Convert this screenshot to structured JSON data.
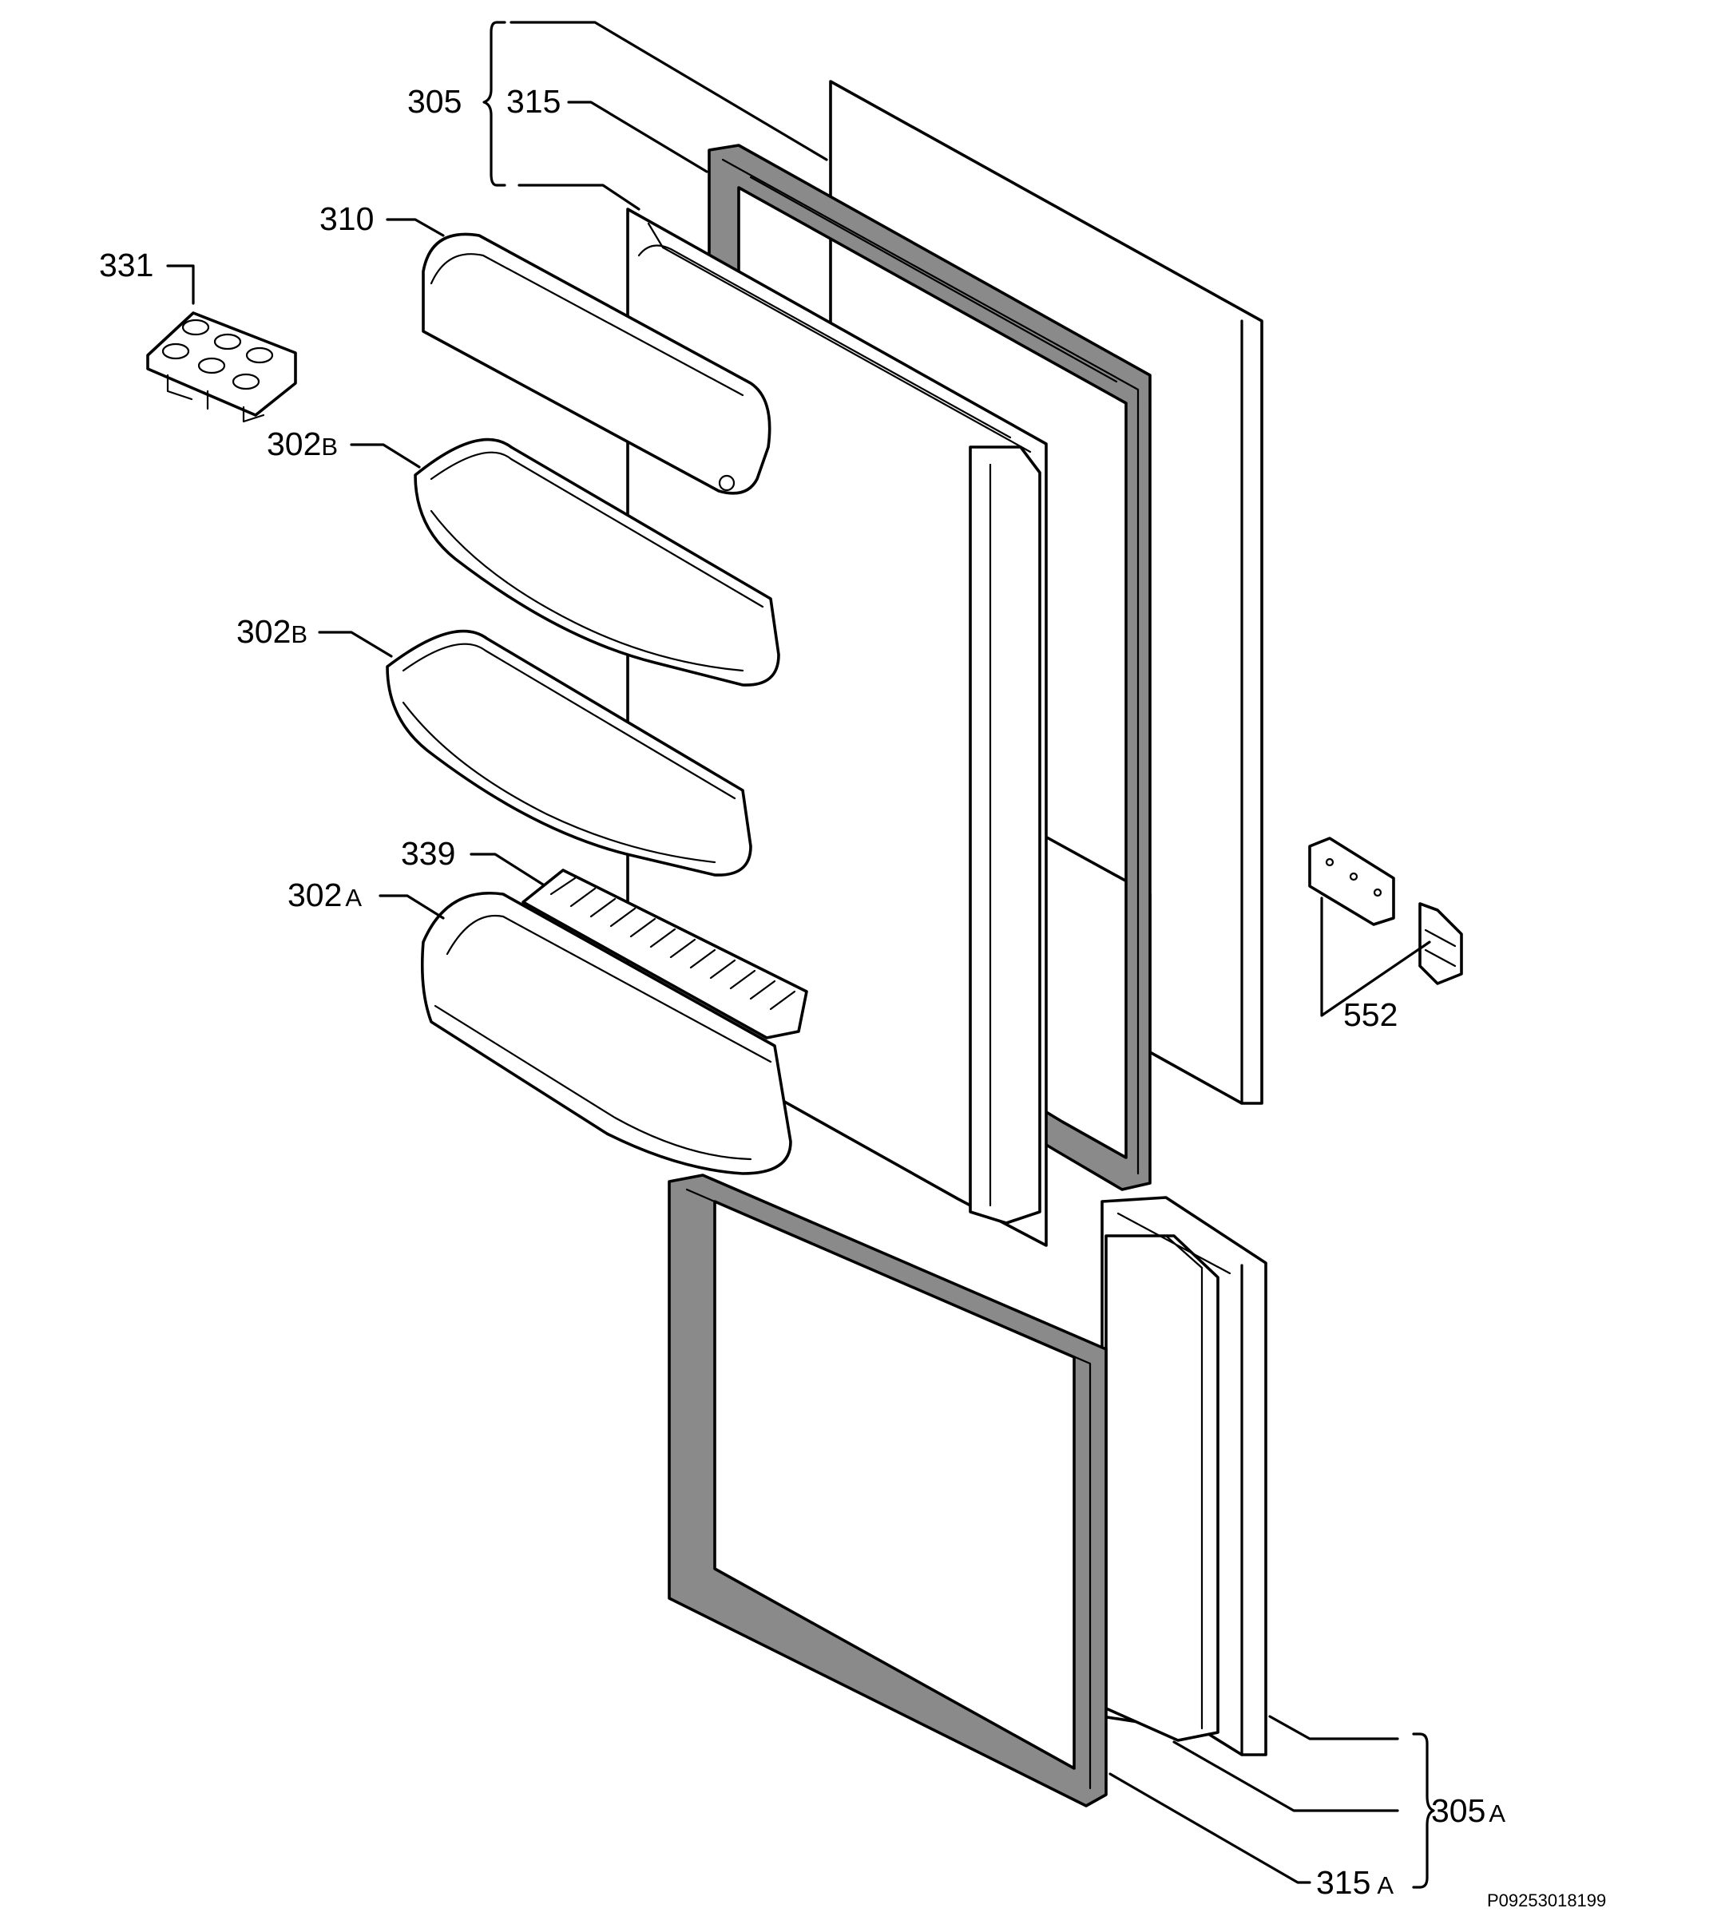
{
  "labels": {
    "p305": "305",
    "p315": "315",
    "p310": "310",
    "p331": "331",
    "p302b_top_num": "302",
    "p302b_top_suffix": "B",
    "p302b_mid_num": "302",
    "p302b_mid_suffix": "B",
    "p339": "339",
    "p302a_num": "302",
    "p302a_suffix": "A",
    "p552": "552",
    "p305a_num": "305",
    "p305a_suffix": "A",
    "p315a_num": "315",
    "p315a_suffix": "A"
  },
  "drawing_code": "P09253018199"
}
